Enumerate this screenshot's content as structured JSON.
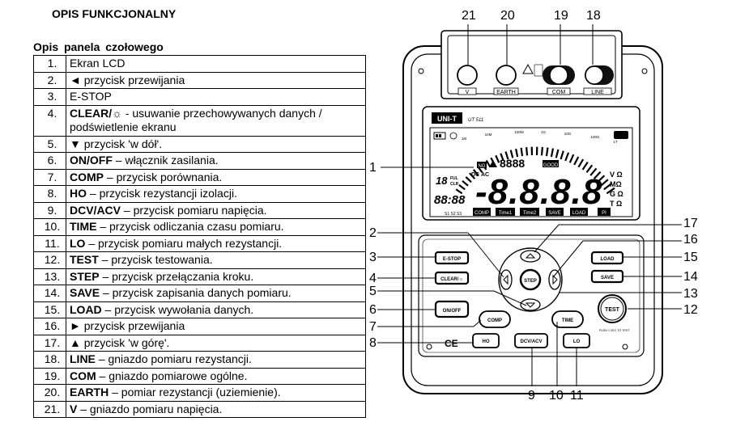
{
  "heading": "OPIS FUNKCJONALNY",
  "subheading": "Opis panela czołowego",
  "rows": [
    {
      "num": "1.",
      "bold": "",
      "text": "Ekran LCD"
    },
    {
      "num": "2.",
      "bold": "",
      "text": "◄ przycisk przewijania"
    },
    {
      "num": "3.",
      "bold": "",
      "text": "E-STOP"
    },
    {
      "num": "4.",
      "bold": "CLEAR/☼",
      "text": " - usuwanie przechowywanych danych / podświetlenie ekranu"
    },
    {
      "num": "5.",
      "bold": "",
      "text": "▼ przycisk 'w dół'."
    },
    {
      "num": "6.",
      "bold": "ON/OFF",
      "text": " – włącznik zasilania."
    },
    {
      "num": "7.",
      "bold": "COMP",
      "text": " – przycisk porównania."
    },
    {
      "num": "8.",
      "bold": "HO",
      "text": " – przycisk rezystancji izolacji."
    },
    {
      "num": "9.",
      "bold": "DCV/ACV",
      "text": " – przycisk pomiaru napięcia."
    },
    {
      "num": "10.",
      "bold": "TIME",
      "text": " – przycisk odliczania czasu pomiaru."
    },
    {
      "num": "11.",
      "bold": "LO",
      "text": " – przycisk pomiaru małych rezystancji."
    },
    {
      "num": "12.",
      "bold": "TEST",
      "text": " – przycisk testowania."
    },
    {
      "num": "13.",
      "bold": "STEP",
      "text": " – przycisk przełączania kroku."
    },
    {
      "num": "14.",
      "bold": "SAVE",
      "text": " – przycisk zapisania danych pomiaru."
    },
    {
      "num": "15.",
      "bold": "LOAD",
      "text": " – przycisk wywołania danych."
    },
    {
      "num": "16.",
      "bold": "",
      "text": "► przycisk przewijania"
    },
    {
      "num": "17.",
      "bold": "",
      "text": "▲ przycisk 'w górę'."
    },
    {
      "num": "18.",
      "bold": "LINE",
      "text": " – gniazdo pomiaru rezystancji."
    },
    {
      "num": "19.",
      "bold": "COM",
      "text": " – gniazdo pomiarowe ogólne."
    },
    {
      "num": "20.",
      "bold": "EARTH",
      "text": " – pomiar rezystancji (uziemienie)."
    },
    {
      "num": "21.",
      "bold": "V",
      "text": " – gniazdo pomiaru napięcia."
    }
  ],
  "device": {
    "callouts": [
      "21",
      "20",
      "19",
      "18",
      "1",
      "2",
      "3",
      "4",
      "5",
      "6",
      "7",
      "8",
      "9",
      "10",
      "11",
      "12",
      "13",
      "14",
      "15",
      "16",
      "17"
    ],
    "jacks": {
      "v": "V",
      "earth": "EARTH",
      "com": "COM",
      "line": "LINE"
    },
    "brand": "UNI-T",
    "model": "UT 511",
    "lcd": {
      "main": "-8.8.8.8",
      "small": "8888",
      "left_num": "18",
      "clock": "88:88",
      "ful": "FUL",
      "clr": "CLR",
      "dc": "DC",
      "ac": "AC",
      "ng": "NG",
      "good": "GOOD",
      "units": [
        "V Ω",
        "MΩ",
        "G Ω",
        "T Ω"
      ],
      "labels": [
        "COMP",
        "Time1",
        "Time2",
        "SAVE",
        "LOAD",
        "PI"
      ],
      "steps": "S1 S2 S3",
      "scale": [
        "1M",
        "10M",
        "100M",
        "1G",
        "10G",
        "100G",
        "1T"
      ]
    },
    "buttons": {
      "estop": "E-STOP",
      "clear": "CLEAR/☼",
      "onoff": "ON/OFF",
      "comp": "COMP",
      "ho": "HO",
      "dcvacv": "DCV/ACV",
      "lo": "LO",
      "time": "TIME",
      "test": "TEST",
      "load": "LOAD",
      "save": "SAVE",
      "step": "STEP",
      "push_hint": "PUSH 1 SEC TO TEST"
    },
    "ce": "CE"
  }
}
